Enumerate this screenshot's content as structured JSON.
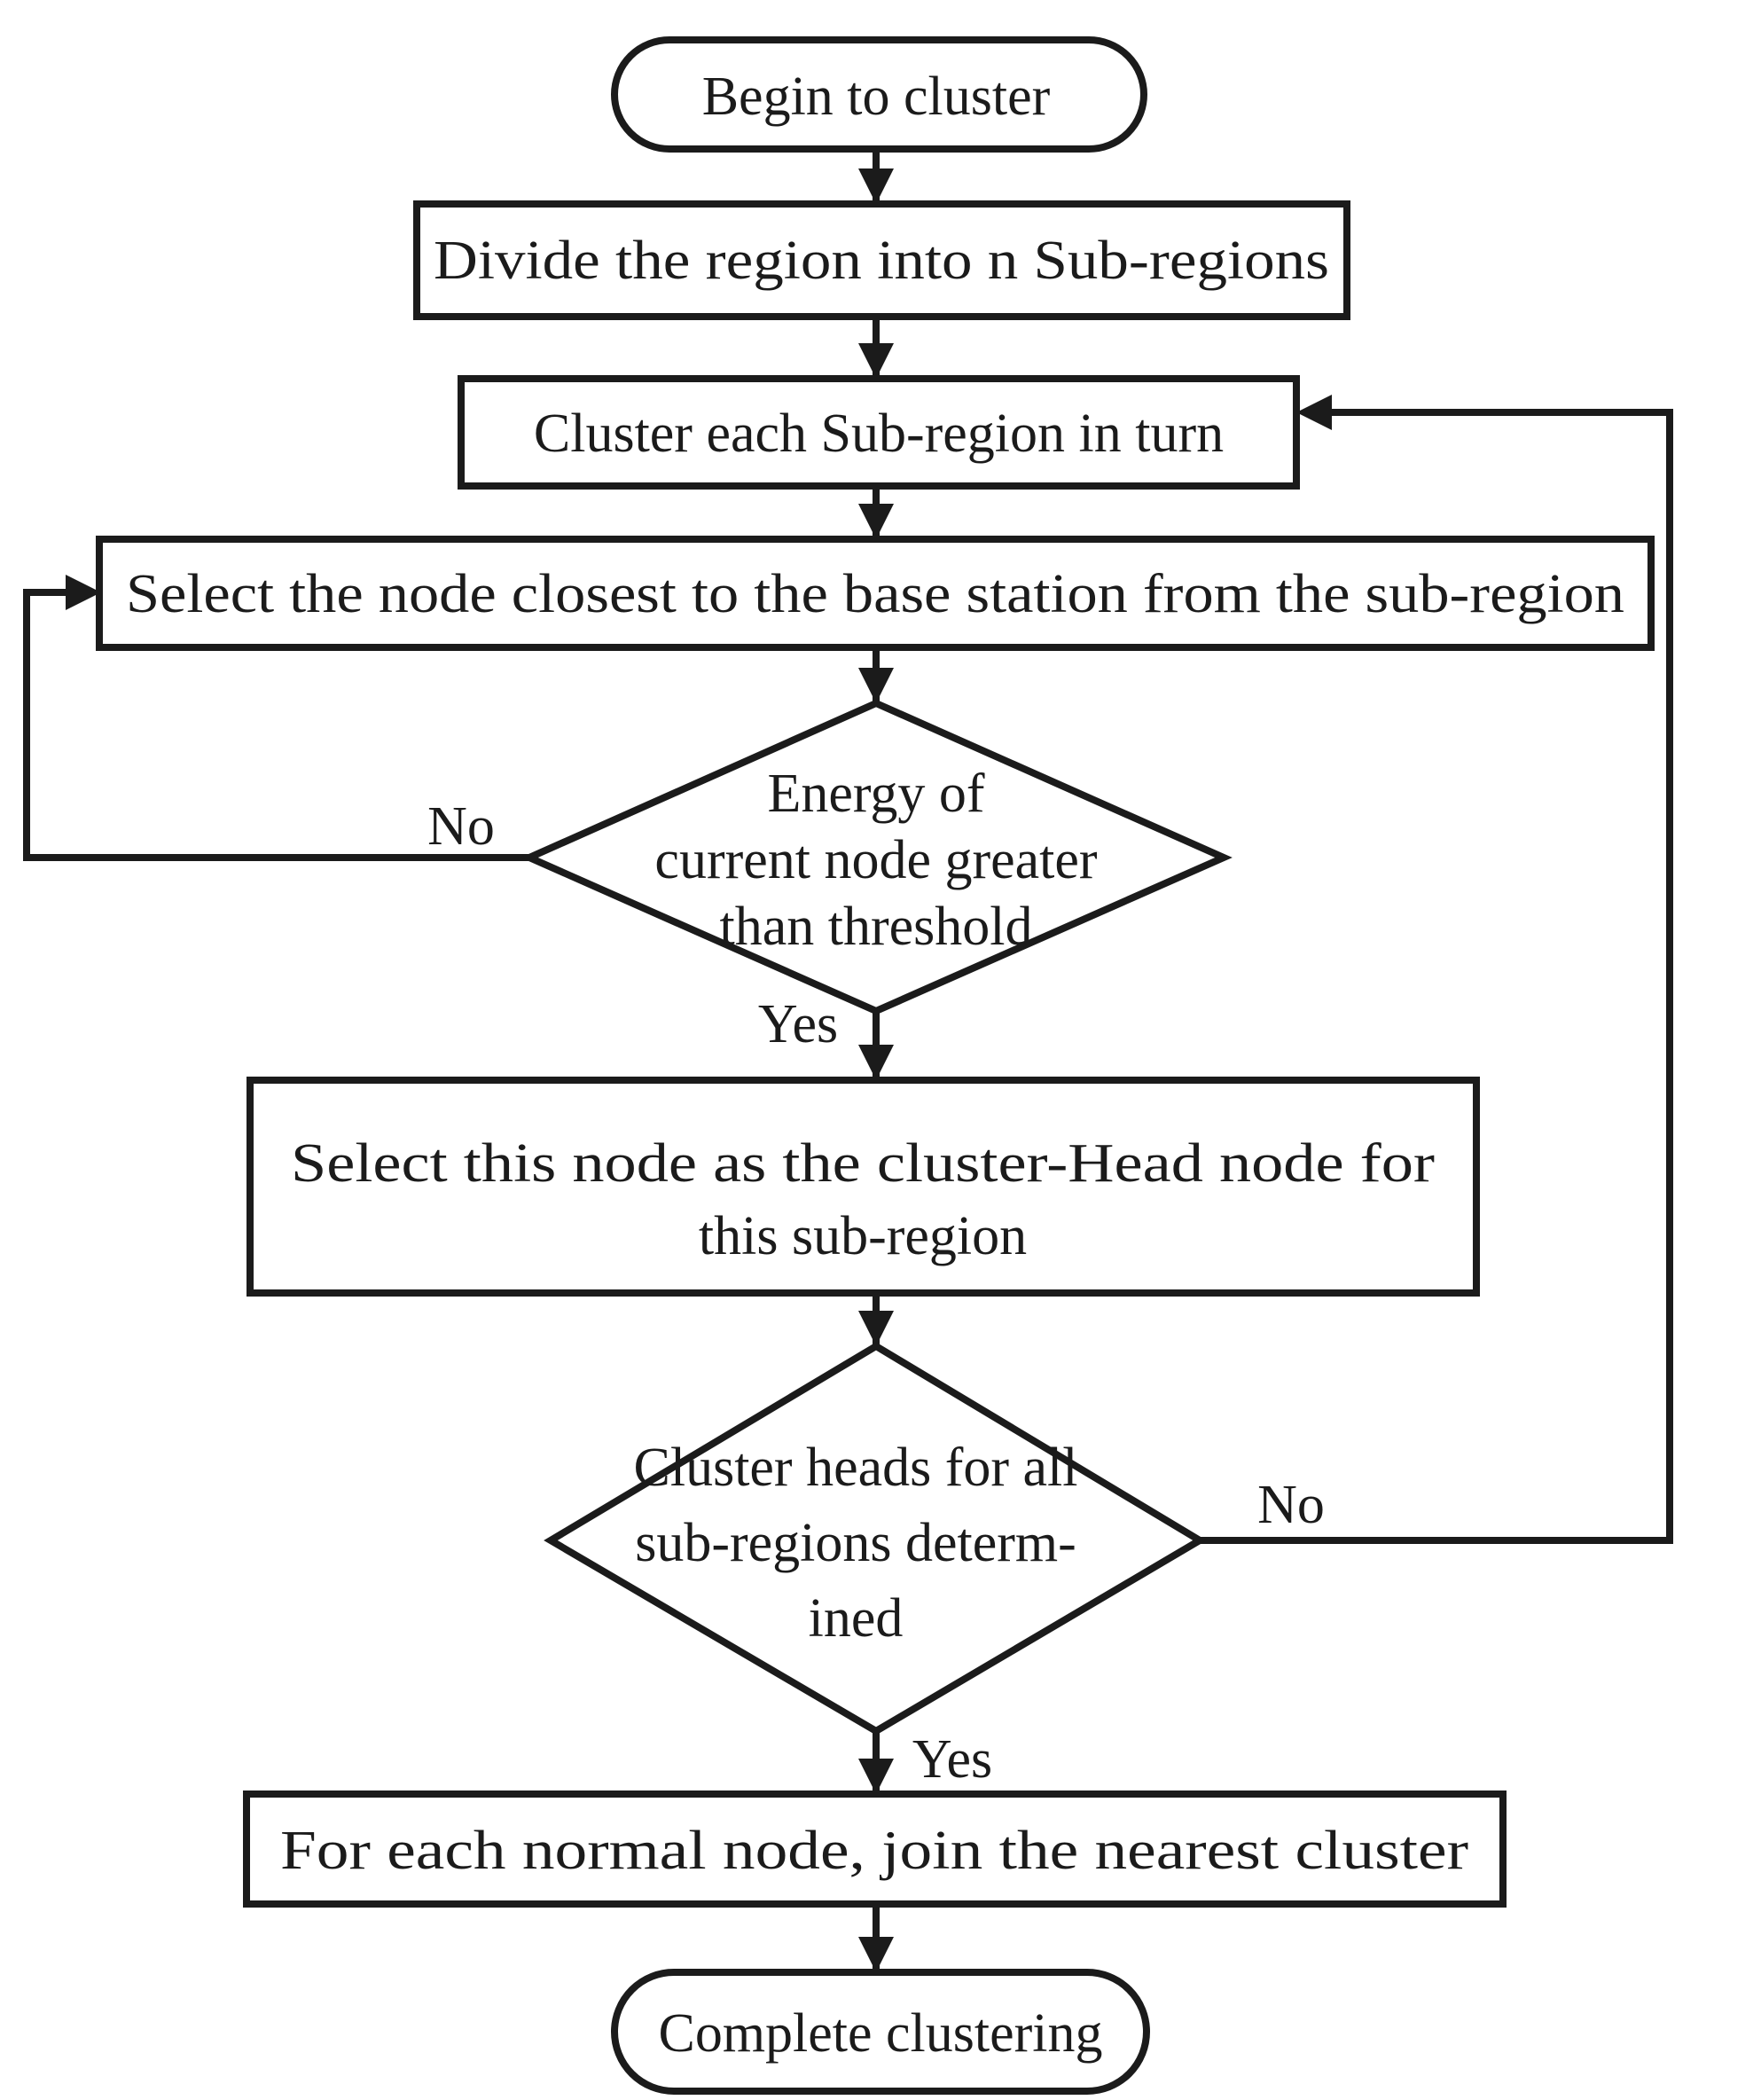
{
  "flowchart": {
    "nodes": {
      "begin": {
        "type": "terminator",
        "label": "Begin to cluster"
      },
      "divide_region": {
        "type": "process",
        "label": "Divide the region into n Sub-regions"
      },
      "cluster_each": {
        "type": "process",
        "label": "Cluster each Sub-region in turn"
      },
      "select_closest": {
        "type": "process",
        "label": "Select the node closest to the base station from the sub-region"
      },
      "energy_check": {
        "type": "decision",
        "line1": "Energy of",
        "line2": "current node greater",
        "line3": "than threshold"
      },
      "select_head": {
        "type": "process",
        "line1": "Select this node as the cluster-Head node for",
        "line2": "this sub-region"
      },
      "heads_determined": {
        "type": "decision",
        "line1": "Cluster heads for all",
        "line2": "sub-regions determ-",
        "line3": "ined"
      },
      "join_nearest": {
        "type": "process",
        "label": "For each normal node, join the nearest cluster"
      },
      "complete": {
        "type": "terminator",
        "label": "Complete clustering"
      }
    },
    "edge_labels": {
      "energy_no": "No",
      "energy_yes": "Yes",
      "determined_no": "No",
      "determined_yes": "Yes"
    },
    "colors": {
      "ink": "#1b1b1b",
      "background": "#ffffff"
    }
  }
}
